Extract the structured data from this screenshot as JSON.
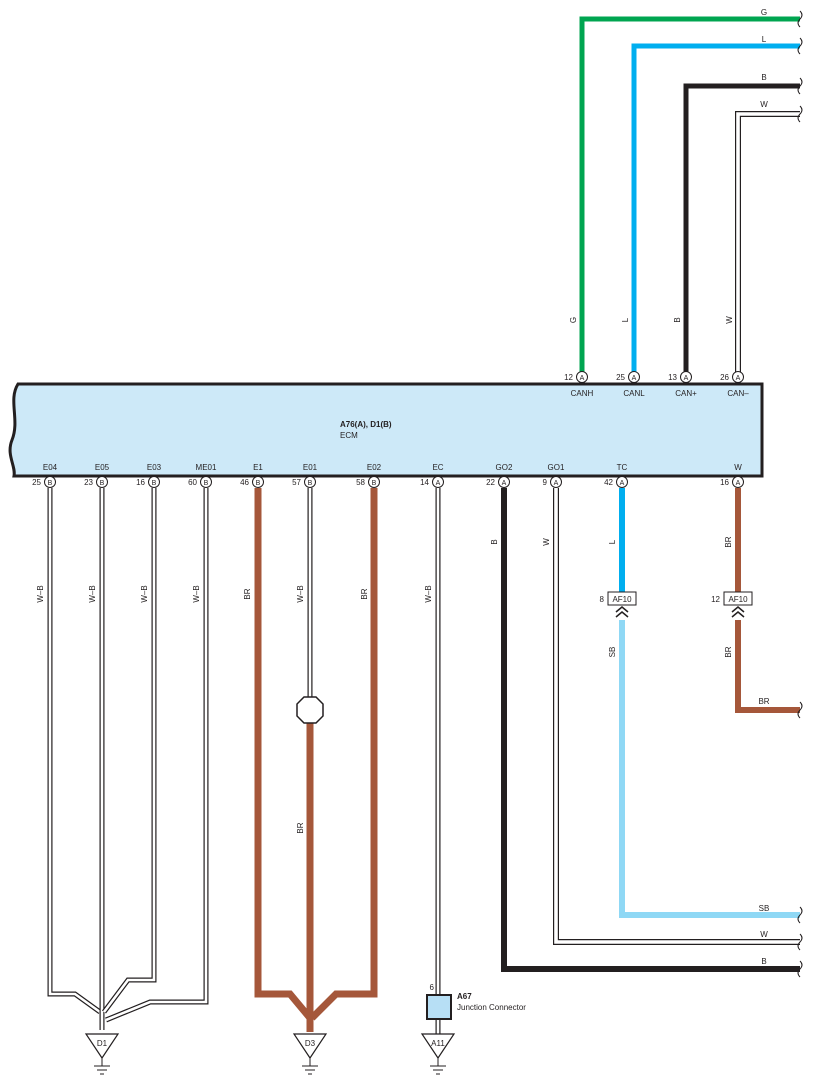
{
  "ecm": {
    "ref": "A76(A), D1(B)",
    "name": "ECM"
  },
  "top_terminals": [
    {
      "id": "canh",
      "num": "12",
      "conn": "A",
      "name": "CANH",
      "wire": "G",
      "color": "#00a550"
    },
    {
      "id": "canl",
      "num": "25",
      "conn": "A",
      "name": "CANL",
      "wire": "L",
      "color": "#00aeef"
    },
    {
      "id": "canp",
      "num": "13",
      "conn": "A",
      "name": "CAN+",
      "wire": "B",
      "color": "#231f20"
    },
    {
      "id": "canm",
      "num": "26",
      "conn": "A",
      "name": "CAN–",
      "wire": "W",
      "color": "#ffffff"
    }
  ],
  "top_exits": [
    {
      "id": "canh",
      "label": "G"
    },
    {
      "id": "canl",
      "label": "L"
    },
    {
      "id": "canp",
      "label": "B"
    },
    {
      "id": "canm",
      "label": "W"
    }
  ],
  "bottom_terminals": [
    {
      "id": "e04",
      "num": "25",
      "conn": "B",
      "name": "E04",
      "wire": "W–B",
      "color": "#ffffff"
    },
    {
      "id": "e05",
      "num": "23",
      "conn": "B",
      "name": "E05",
      "wire": "W–B",
      "color": "#ffffff"
    },
    {
      "id": "e03",
      "num": "16",
      "conn": "B",
      "name": "E03",
      "wire": "W–B",
      "color": "#ffffff"
    },
    {
      "id": "me01",
      "num": "60",
      "conn": "B",
      "name": "ME01",
      "wire": "W–B",
      "color": "#ffffff"
    },
    {
      "id": "e1",
      "num": "46",
      "conn": "B",
      "name": "E1",
      "wire": "BR",
      "color": "#a5573a"
    },
    {
      "id": "e01",
      "num": "57",
      "conn": "B",
      "name": "E01",
      "wire": "W–B",
      "color": "#ffffff"
    },
    {
      "id": "e02",
      "num": "58",
      "conn": "B",
      "name": "E02",
      "wire": "BR",
      "color": "#a5573a"
    },
    {
      "id": "ec",
      "num": "14",
      "conn": "A",
      "name": "EC",
      "wire": "W–B",
      "color": "#ffffff"
    },
    {
      "id": "go2",
      "num": "22",
      "conn": "A",
      "name": "GO2",
      "wire": "B",
      "color": "#231f20"
    },
    {
      "id": "go1",
      "num": "9",
      "conn": "A",
      "name": "GO1",
      "wire": "W",
      "color": "#ffffff"
    },
    {
      "id": "tc",
      "num": "42",
      "conn": "A",
      "name": "TC",
      "wire": "L",
      "color": "#00aeef"
    },
    {
      "id": "w",
      "num": "16",
      "conn": "A",
      "name": "W",
      "wire": "BR",
      "color": "#a5573a"
    }
  ],
  "e01_lower_wire": "BR",
  "af10": [
    {
      "id": "tc",
      "pin": "8",
      "name": "AF10",
      "wire_below": "SB"
    },
    {
      "id": "w",
      "pin": "12",
      "name": "AF10",
      "wire_below": "BR"
    }
  ],
  "right_exits": [
    {
      "id": "w",
      "label": "BR"
    },
    {
      "id": "tc",
      "label": "SB"
    },
    {
      "id": "go1",
      "label": "W"
    },
    {
      "id": "go2",
      "label": "B"
    }
  ],
  "grounds": [
    {
      "id": "d1",
      "label": "D1"
    },
    {
      "id": "d3",
      "label": "D3"
    },
    {
      "id": "a11",
      "label": "A11"
    }
  ],
  "junction": {
    "pin": "6",
    "ref": "A67",
    "name": "Junction Connector"
  },
  "colors": {
    "ecm_fill": "#cde9f8",
    "green": "#00a550",
    "blue": "#00aeef",
    "sky_blue": "#8fd8f5",
    "black": "#231f20",
    "brown": "#a5573a",
    "junction_fill": "#b7dff5"
  }
}
